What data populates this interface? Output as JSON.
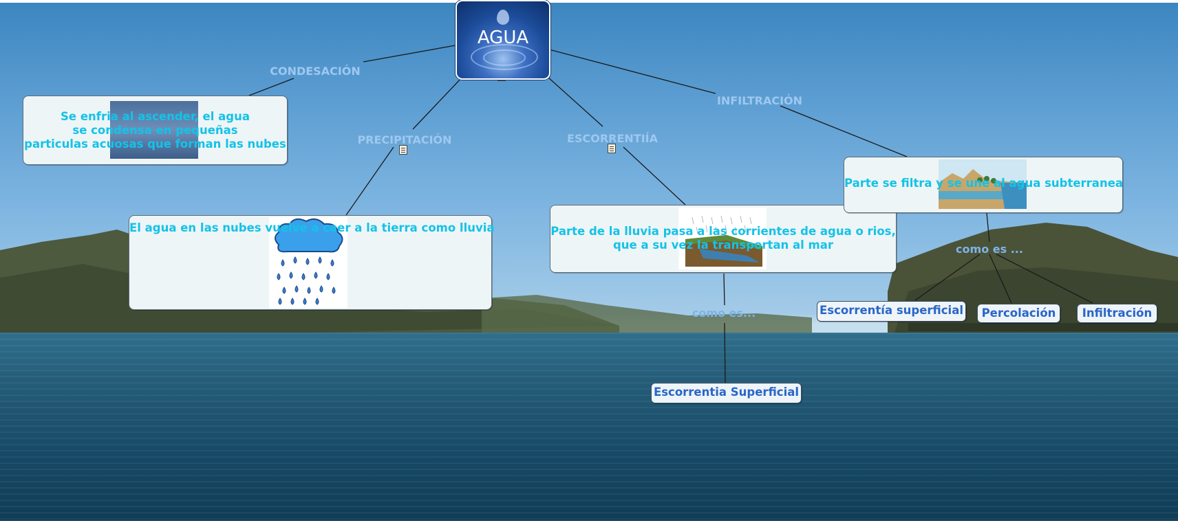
{
  "root": {
    "title": "AGUA"
  },
  "relations": {
    "condensacion": "CONDESACIÓN",
    "precipitacion": "PRECIPITACIÓN",
    "escorrentia": "ESCORRENTIÍA",
    "infiltracion": "INFILTRACIÓN",
    "como_es_1": "como es ...",
    "como_es_2": "como es..."
  },
  "concepts": {
    "condensacion": [
      "Se enfria al ascender, el agua",
      "se condensa en pequeñas",
      "particulas acuosas que forman las nubes"
    ],
    "precipitacion": "El agua en las nubes vuelve a caer a la tierra como lluvia",
    "escorrentia": [
      "Parte de la lluvia pasa a las corrientes de agua o rios,",
      "que a su vez la transportan al mar"
    ],
    "infiltracion": "Parte se filtra y se une al agua subterranea"
  },
  "leaves": {
    "escorrentia_superficial_1": "Escorrentía superficial",
    "percolacion": "Percolación",
    "infiltracion": "Infiltración",
    "escorrentia_superficial_2": "Escorrentia Superficial"
  },
  "colors": {
    "sky": "#5e9fd3",
    "sea": "#1f5673",
    "concept_text": "#14c2e8",
    "leaf_text": "#2a66c8",
    "relation_text": "#9ec8f0"
  },
  "icons": [
    "note-icon",
    "water-drop-image",
    "rain-cloud-image",
    "runoff-diagram-image",
    "groundwater-diagram-image",
    "condensation-image"
  ]
}
